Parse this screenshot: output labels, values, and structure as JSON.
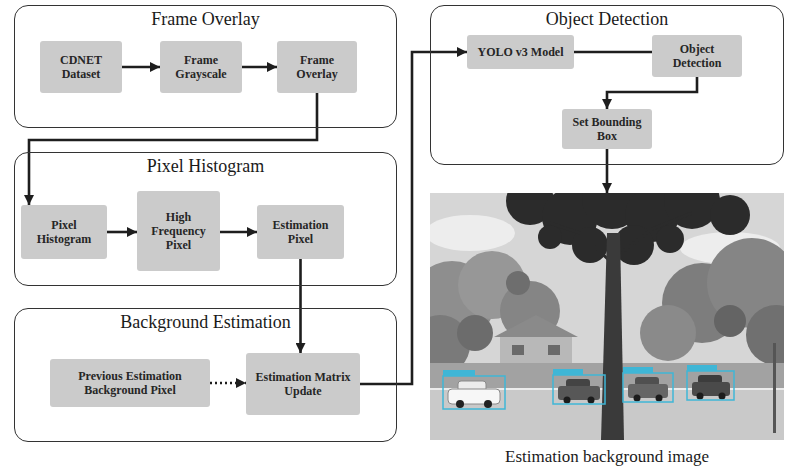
{
  "diagram": {
    "nodes": [
      {
        "text": [
          "Frame Overlay"
        ]
      },
      {
        "text": [
          "CDNET Dataset"
        ],
        "in": 0
      },
      {
        "text": [
          "Frame Grayscale"
        ],
        "in": 0
      },
      {
        "text": [
          "Frame Overlay"
        ],
        "in": 0
      },
      {
        "text": [
          "Object Detection"
        ]
      },
      {
        "text": [
          "YOLO v3 Model"
        ],
        "in": 4
      },
      {
        "text": [
          "Object Detection"
        ],
        "in": 4
      },
      {
        "text": [
          "Set Bounding Box"
        ],
        "in": 4
      },
      {
        "text": [
          "Pixel Histogram"
        ]
      },
      {
        "text": [
          "Pixel Histogram"
        ],
        "in": 8
      },
      {
        "text": [
          "High Frequency Pixel"
        ],
        "in": 8
      },
      {
        "text": [
          "Estimation Pixel"
        ],
        "in": 8
      },
      {
        "text": [
          "Estimation background image"
        ]
      },
      {
        "text": [
          "Background Estimation"
        ]
      },
      {
        "text": [
          "Previous Estimation Background Pixel"
        ],
        "in": 13
      },
      {
        "text": [
          "Estimation Matrix Update"
        ],
        "in": 13
      }
    ],
    "edges": [
      {
        "from": 1,
        "to": 2,
        "arrow": "to"
      },
      {
        "from": 2,
        "to": 3,
        "arrow": "to"
      },
      {
        "from": 3,
        "to": 9,
        "arrow": "to"
      },
      {
        "from": 9,
        "to": 10,
        "arrow": "to"
      },
      {
        "from": 10,
        "to": 11,
        "arrow": "to"
      },
      {
        "from": 11,
        "to": 15,
        "arrow": "to"
      },
      {
        "from": 14,
        "to": 15,
        "arrow": "to"
      },
      {
        "from": 15,
        "to": 5,
        "arrow": "to"
      },
      {
        "from": 5,
        "to": 6,
        "arrow": "none"
      },
      {
        "from": 6,
        "to": 7,
        "arrow": "to"
      },
      {
        "from": 7,
        "to": 12,
        "arrow": "to"
      }
    ]
  }
}
